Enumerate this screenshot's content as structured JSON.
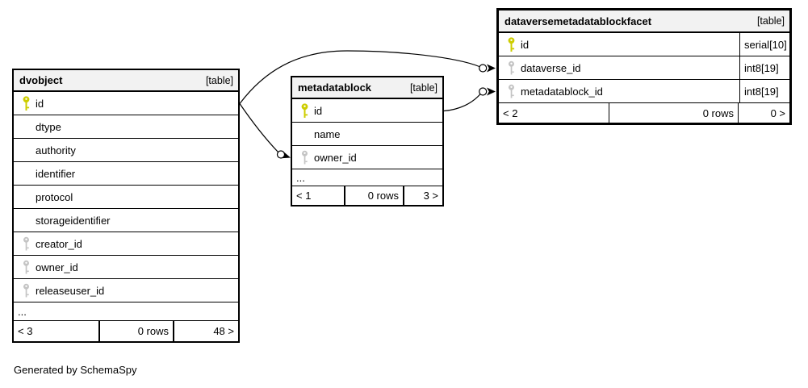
{
  "page": {
    "generator_note": "Generated by SchemaSpy",
    "background": "#ffffff"
  },
  "colors": {
    "primary_key_icon": "#cdcd00",
    "foreign_key_icon": "#c4c4c4",
    "header_background": "#f2f2f2",
    "table_border": "#000000",
    "row_background": "#ffffff"
  },
  "tables": [
    {
      "name": "dvobject",
      "tag": "[table]",
      "columns": [
        {
          "name": "id",
          "key": "primary"
        },
        {
          "name": "dtype",
          "key": "none"
        },
        {
          "name": "authority",
          "key": "none"
        },
        {
          "name": "identifier",
          "key": "none"
        },
        {
          "name": "protocol",
          "key": "none"
        },
        {
          "name": "storageidentifier",
          "key": "none"
        },
        {
          "name": "creator_id",
          "key": "foreign"
        },
        {
          "name": "owner_id",
          "key": "foreign"
        },
        {
          "name": "releaseuser_id",
          "key": "foreign"
        }
      ],
      "ellipsis": "...",
      "footer": [
        "< 3",
        "0 rows",
        "48 >"
      ]
    },
    {
      "name": "metadatablock",
      "tag": "[table]",
      "columns": [
        {
          "name": "id",
          "key": "primary"
        },
        {
          "name": "name",
          "key": "none"
        },
        {
          "name": "owner_id",
          "key": "foreign"
        }
      ],
      "ellipsis": "...",
      "footer": [
        "< 1",
        "0 rows",
        "3 >"
      ]
    },
    {
      "name": "dataversemetadatablockfacet",
      "tag": "[table]",
      "columns": [
        {
          "name": "id",
          "type": "serial[10]",
          "key": "primary"
        },
        {
          "name": "dataverse_id",
          "type": "int8[19]",
          "key": "foreign"
        },
        {
          "name": "metadatablock_id",
          "type": "int8[19]",
          "key": "foreign"
        }
      ],
      "footer": [
        "< 2",
        "0 rows",
        "0 >"
      ]
    }
  ],
  "relationships": [
    {
      "from": "dvobject.id",
      "to": "dataversemetadatablockfacet.dataverse_id",
      "end_marker": "open-circle-arrow"
    },
    {
      "from": "dvobject.id",
      "to": "metadatablock.owner_id",
      "end_marker": "open-circle-arrow"
    },
    {
      "from": "metadatablock.id",
      "to": "dataversemetadatablockfacet.metadatablock_id",
      "end_marker": "open-circle-arrow"
    }
  ]
}
